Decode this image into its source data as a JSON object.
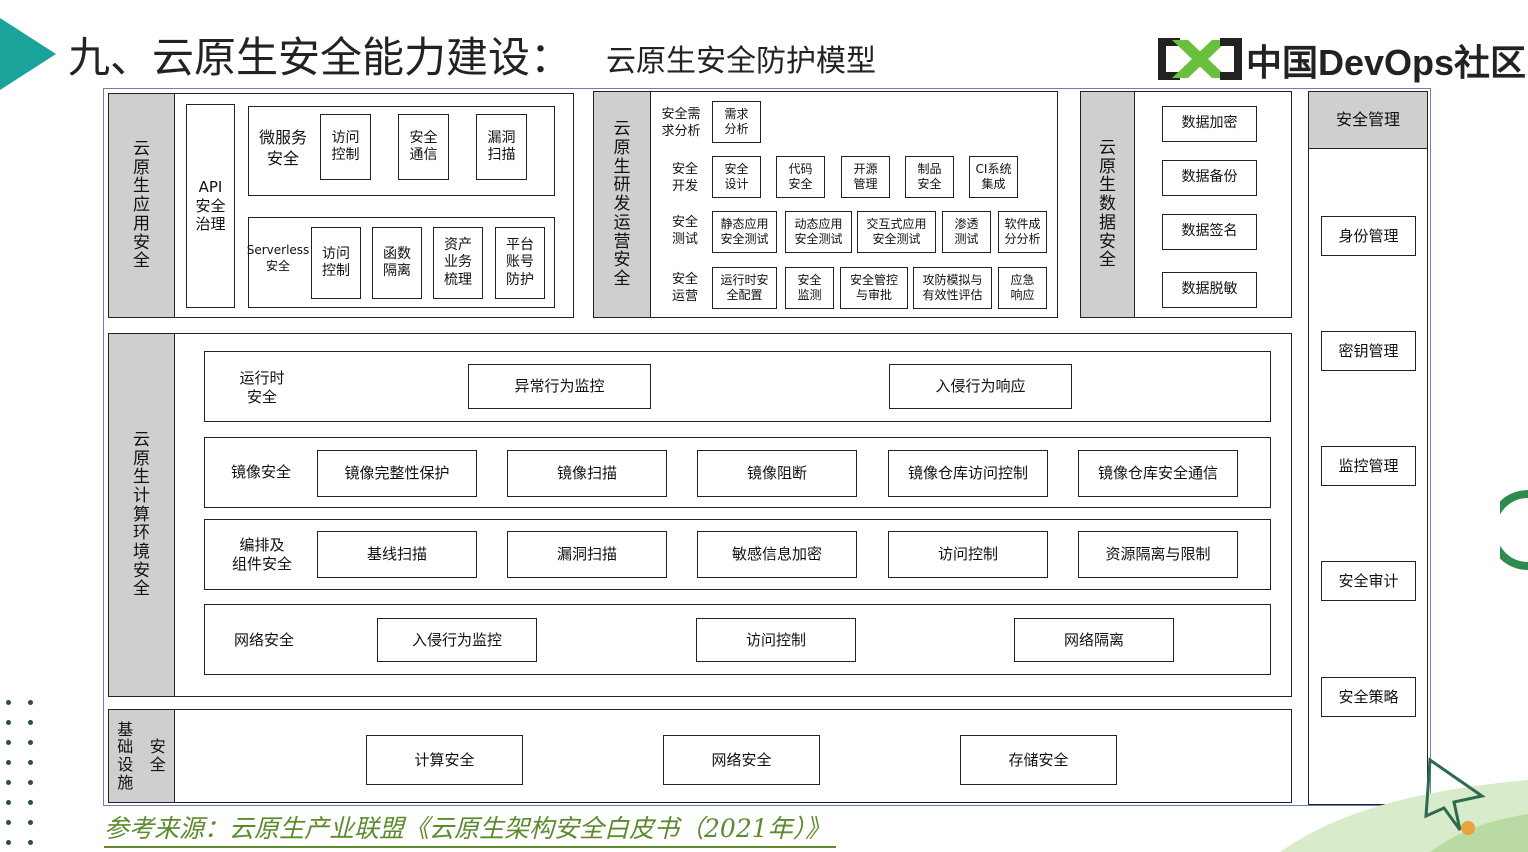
{
  "header": {
    "title": "九、云原生安全能力建设：",
    "subtitle": "云原生安全防护模型",
    "logo_text": "中国DevOps社区",
    "accent": "#1aa39a"
  },
  "app_security": {
    "label": "云\n原\n生\n应\n用\n安\n全",
    "api_governance": "API\n安全\n治理",
    "microservice": {
      "label": "微服务\n安全",
      "items": [
        "访问\n控制",
        "安全\n通信",
        "漏洞\n扫描"
      ]
    },
    "serverless": {
      "label": "Serverless\n安全",
      "items": [
        "访问\n控制",
        "函数\n隔离",
        "资产\n业务\n梳理",
        "平台\n账号\n防护"
      ]
    }
  },
  "devops_security": {
    "label": "云\n原\n生\n研\n发\n运\n营\n安\n全",
    "rows": [
      {
        "label": "安全需\n求分析",
        "items": [
          "需求\n分析"
        ]
      },
      {
        "label": "安全\n开发",
        "items": [
          "安全\n设计",
          "代码\n安全",
          "开源\n管理",
          "制品\n安全",
          "CI系统\n集成"
        ]
      },
      {
        "label": "安全\n测试",
        "items": [
          "静态应用\n安全测试",
          "动态应用\n安全测试",
          "交互式应用\n安全测试",
          "渗透\n测试",
          "软件成\n分分析"
        ]
      },
      {
        "label": "安全\n运营",
        "items": [
          "运行时安\n全配置",
          "安全\n监测",
          "安全管控\n与审批",
          "攻防模拟与\n有效性评估",
          "应急\n响应"
        ]
      }
    ]
  },
  "data_security": {
    "label": "云\n原\n生\n数\n据\n安\n全",
    "items": [
      "数据加密",
      "数据备份",
      "数据签名",
      "数据脱敏"
    ]
  },
  "compute_env_security": {
    "label": "云\n原\n生\n计\n算\n环\n境\n安\n全",
    "rows": [
      {
        "label": "运行时\n安全",
        "items": [
          "异常行为监控",
          "入侵行为响应"
        ]
      },
      {
        "label": "镜像安全",
        "items": [
          "镜像完整性保护",
          "镜像扫描",
          "镜像阻断",
          "镜像仓库访问控制",
          "镜像仓库安全通信"
        ]
      },
      {
        "label": "编排及\n组件安全",
        "items": [
          "基线扫描",
          "漏洞扫描",
          "敏感信息加密",
          "访问控制",
          "资源隔离与限制"
        ]
      },
      {
        "label": "网络安全",
        "items": [
          "入侵行为监控",
          "访问控制",
          "网络隔离"
        ]
      }
    ]
  },
  "infrastructure": {
    "label": "基\n础\n设\n施",
    "label2": "安\n全",
    "items": [
      "计算安全",
      "网络安全",
      "存储安全"
    ]
  },
  "security_management": {
    "label": "安全管理",
    "items": [
      "身份管理",
      "密钥管理",
      "监控管理",
      "安全审计",
      "安全策略"
    ]
  },
  "footer": {
    "source": "参考来源：云原生产业联盟《云原生架构安全白皮书（2021年）》"
  }
}
